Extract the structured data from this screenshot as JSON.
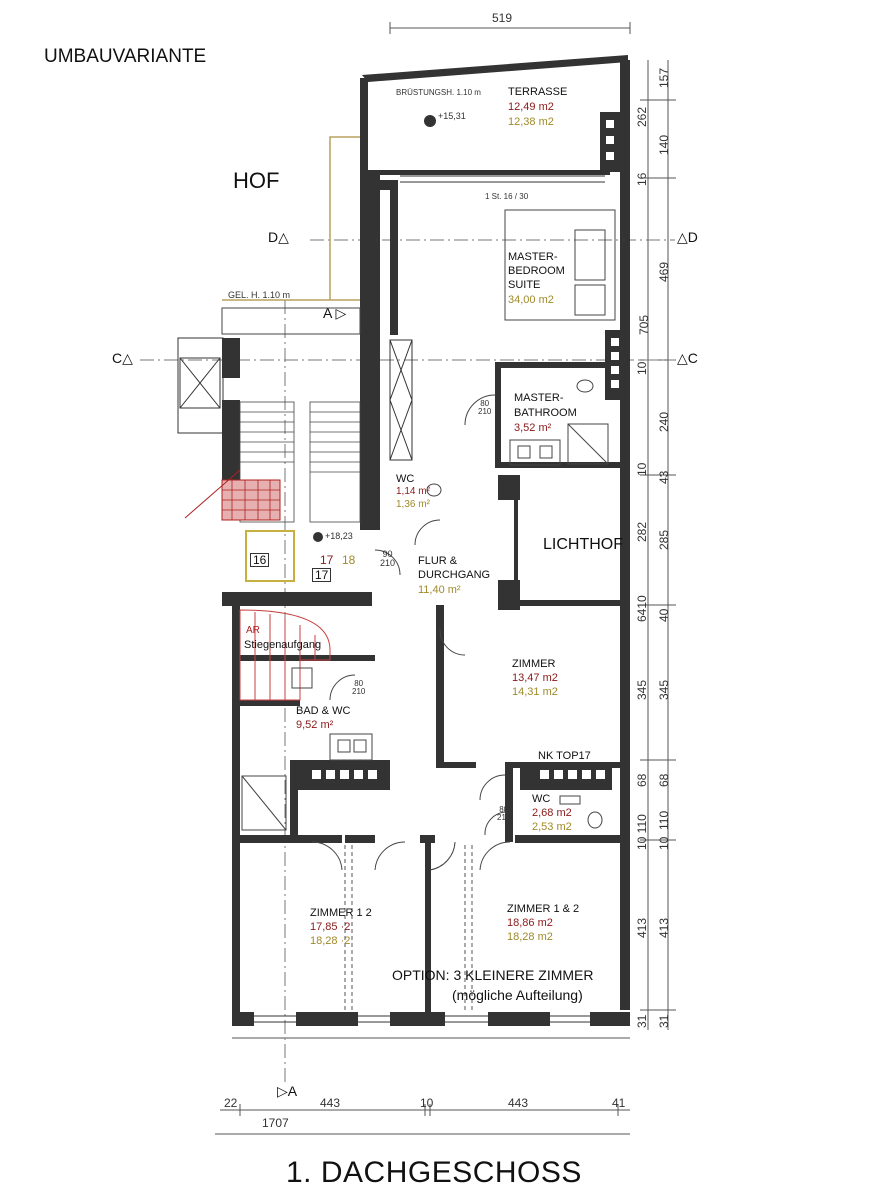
{
  "header": {
    "variant": "UMBAUVARIANTE",
    "title": "1. DACHGESCHOSS"
  },
  "labels": {
    "hof": "HOF",
    "lichthof": "LICHTHOF",
    "gel_h": "GEL. H. 1.10 m",
    "broestung": "BRÜSTUNGSH. 1.10 m",
    "level_terrace": "+15,31",
    "level_landing": "+18,23",
    "stair_note": "1 St. 16 / 30",
    "ar": "AR",
    "stiegenaufgang": "Stiegenaufgang",
    "option_line1": "OPTION: 3 KLEINERE ZIMMER",
    "option_line2": "(mögliche Aufteilung)",
    "nk_top17": "NK TOP17"
  },
  "section_marks": {
    "d_left": "D",
    "d_right": "D",
    "c_left": "C",
    "c_right": "C",
    "a_top": "A",
    "a_bottom": "A"
  },
  "rooms": {
    "terrasse": {
      "name": "TERRASSE",
      "area_red": "12,49 m2",
      "area_olive": "12,38 m2"
    },
    "master_bedroom": {
      "name_1": "MASTER-",
      "name_2": "BEDROOM",
      "name_3": "SUITE",
      "area": "34,00 m2"
    },
    "master_bathroom": {
      "name_1": "MASTER-",
      "name_2": "BATHROOM",
      "area": "3,52 m²"
    },
    "wc_small": {
      "name": "WC",
      "area_red": "1,14 m²",
      "area_olive": "1,36 m²"
    },
    "flur": {
      "name_1": "FLUR &",
      "name_2": "DURCHGANG",
      "area": "11,40 m²"
    },
    "zimmer": {
      "name": "ZIMMER",
      "area_red": "13,47 m2",
      "area_olive": "14,31 m2"
    },
    "bad": {
      "name": "BAD & WC",
      "area": "9,52 m²"
    },
    "wc2": {
      "name": "WC",
      "area_red": "2,68 m2",
      "area_olive": "2,53 m2"
    },
    "zimmer12_left": {
      "name": "ZIMMER 1 2",
      "area_red": "17,85 ·2",
      "area_olive": "18,28 ·2"
    },
    "zimmer12_right": {
      "name": "ZIMMER 1 & 2",
      "area_red": "18,86 m2",
      "area_olive": "18,28 m2"
    }
  },
  "unit_numbers": {
    "u16": "16",
    "u17a": "17",
    "u17b": "17",
    "u18": "18"
  },
  "dimensions": {
    "top": "519",
    "bottom_total": "1707",
    "bottom_22": "22",
    "bottom_443a": "443",
    "bottom_10": "10",
    "bottom_443b": "443",
    "bottom_41": "41",
    "right_outer": [
      "157",
      "140",
      "469",
      "705",
      "240",
      "43",
      "285",
      "40",
      "345",
      "68",
      "110",
      "10",
      "413",
      "31"
    ],
    "right_inner": [
      "262",
      "16",
      "10",
      "10",
      "282",
      "6410",
      "345",
      "68",
      "10 110",
      "413",
      "31"
    ]
  },
  "door_tags": {
    "d80_210": "80\n210",
    "d90_210": "90\n210"
  }
}
